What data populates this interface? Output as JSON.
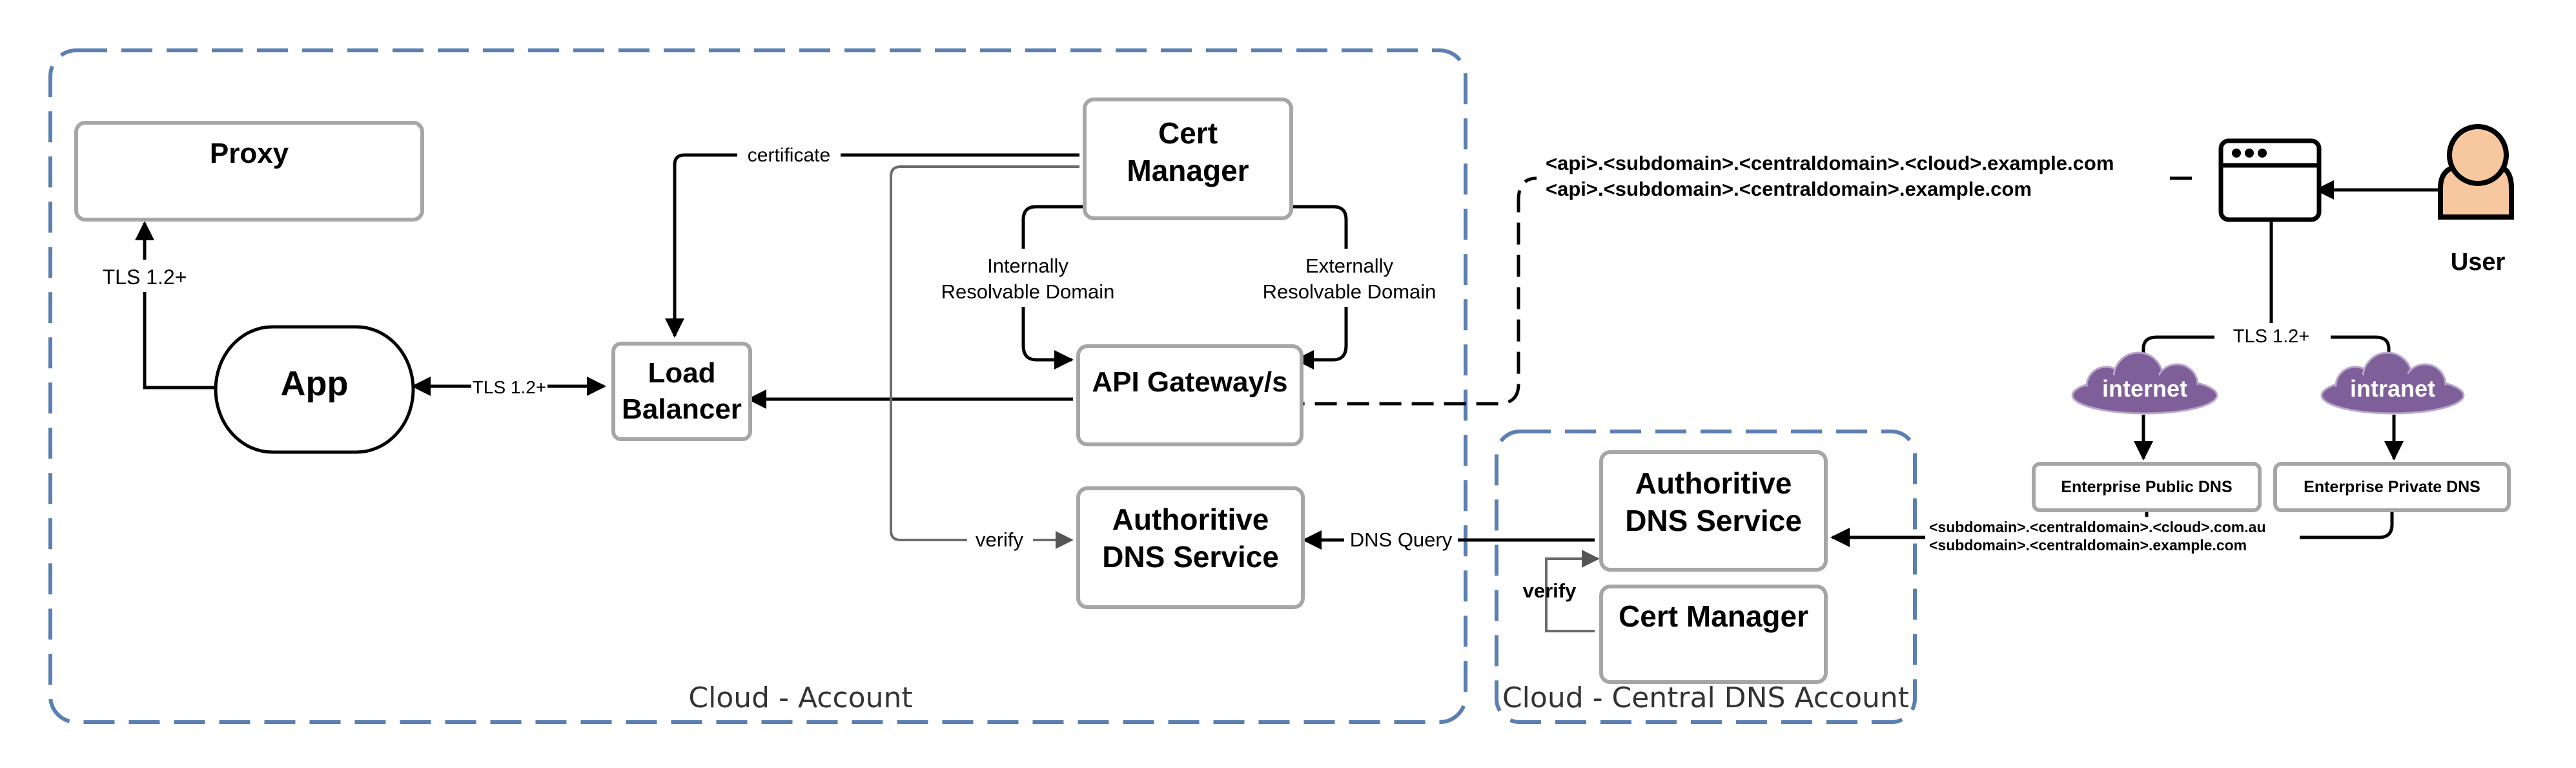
{
  "containers": {
    "cloud_account": "Cloud - Account",
    "central_dns_account": "Cloud - Central DNS Account"
  },
  "nodes": {
    "proxy": "Proxy",
    "app": "App",
    "load_balancer": [
      "Load",
      "Balancer"
    ],
    "cert_manager": [
      "Cert",
      "Manager"
    ],
    "api_gateway": "API Gateway/s",
    "authoritative_dns": [
      "Authoritive",
      "DNS Service"
    ],
    "central_authoritative_dns": [
      "Authoritive",
      "DNS Service"
    ],
    "central_cert_manager": "Cert Manager",
    "user": "User",
    "internet": "internet",
    "intranet": "intranet",
    "enterprise_public_dns": "Enterprise Public DNS",
    "enterprise_private_dns": "Enterprise Private DNS"
  },
  "edge_labels": {
    "tls_proxy": "TLS 1.2+",
    "tls_app_lb": "TLS 1.2+",
    "certificate": "certificate",
    "internally_resolvable": [
      "Internally",
      "Resolvable Domain"
    ],
    "externally_resolvable": [
      "Externally",
      "Resolvable Domain"
    ],
    "verify": "verify",
    "dns_query": "DNS Query",
    "central_verify": "verify",
    "tls_user": "TLS 1.2+",
    "api_domain_1": "<api>.<subdomain>.<centraldomain>.<cloud>.example.com",
    "api_domain_2": "<api>.<subdomain>.<centraldomain>.example.com",
    "sub_domain_1": "<subdomain>.<centraldomain>.<cloud>.com.au",
    "sub_domain_2": "<subdomain>.<centraldomain>.example.com"
  },
  "colors": {
    "container_border": "#5b7fb1",
    "box_border": "#a6a6a6",
    "cloud_fill": "#7e5f9a",
    "cloud_stroke": "#b9a7cc",
    "user_skin": "#f7c7a0"
  }
}
